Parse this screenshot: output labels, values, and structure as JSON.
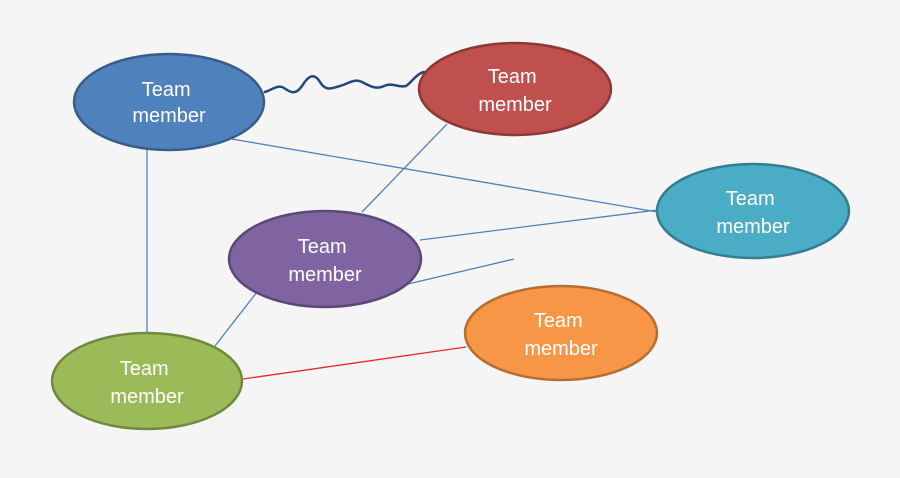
{
  "diagram": {
    "nodes": [
      {
        "id": "blue",
        "label_line1": "Team",
        "label_line2": "member",
        "fill": "#4f81bd",
        "stroke": "#385d8a"
      },
      {
        "id": "red",
        "label_line1": "Team",
        "label_line2": "member",
        "fill": "#c0504d",
        "stroke": "#8c3836"
      },
      {
        "id": "teal",
        "label_line1": "Team",
        "label_line2": "member",
        "fill": "#4bacc6",
        "stroke": "#357d91"
      },
      {
        "id": "purple",
        "label_line1": "Team",
        "label_line2": "member",
        "fill": "#8064a2",
        "stroke": "#5c4776"
      },
      {
        "id": "orange",
        "label_line1": "Team",
        "label_line2": "member",
        "fill": "#f79646",
        "stroke": "#b66d31"
      },
      {
        "id": "green",
        "label_line1": "Team",
        "label_line2": "member",
        "fill": "#9bbb59",
        "stroke": "#71893f"
      }
    ],
    "edges": [
      {
        "from": "blue",
        "to": "red",
        "style": "wavy",
        "color": "#1f497d"
      },
      {
        "from": "blue",
        "to": "teal",
        "style": "straight",
        "color": "#4f81bd"
      },
      {
        "from": "blue",
        "to": "green",
        "style": "straight",
        "color": "#4f81bd"
      },
      {
        "from": "red",
        "to": "purple",
        "style": "straight",
        "color": "#4f81bd"
      },
      {
        "from": "purple",
        "to": "teal",
        "style": "straight",
        "color": "#4f81bd"
      },
      {
        "from": "purple",
        "to": "green",
        "style": "straight",
        "color": "#4f81bd"
      },
      {
        "from": "purple",
        "to": "",
        "style": "dangling",
        "color": "#4f81bd"
      },
      {
        "from": "green",
        "to": "orange",
        "style": "straight",
        "color": "#e32b2b"
      }
    ]
  }
}
